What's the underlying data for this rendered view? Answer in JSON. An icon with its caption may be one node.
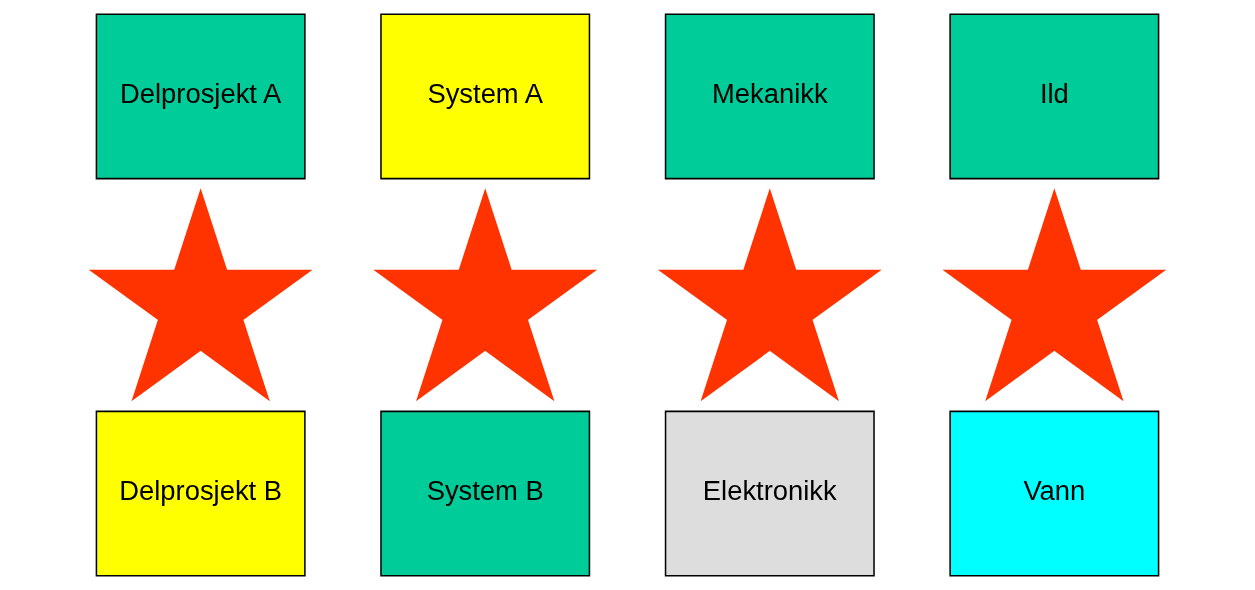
{
  "diagram": {
    "nodes": [
      {
        "text": [
          "Delprosjekt A"
        ]
      },
      {
        "text": [],
        "shape": "star"
      },
      {
        "text": [
          "Delprosjekt B"
        ]
      },
      {
        "text": [
          "System A"
        ]
      },
      {
        "text": [],
        "shape": "star"
      },
      {
        "text": [
          "System B"
        ]
      },
      {
        "text": [
          "Mekanikk"
        ]
      },
      {
        "text": [],
        "shape": "star"
      },
      {
        "text": [
          "Elektronikk"
        ]
      },
      {
        "text": [
          "Ild"
        ]
      },
      {
        "text": [],
        "shape": "star"
      },
      {
        "text": [
          "Vann"
        ]
      }
    ]
  }
}
